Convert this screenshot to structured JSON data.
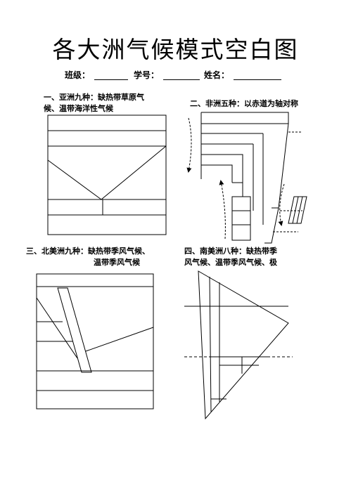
{
  "page_title": "各大洲气候模式空白图",
  "student_info": {
    "class_label": "班级：",
    "id_label": "学号：",
    "name_label": "姓名："
  },
  "sections": {
    "asia": {
      "line1": "一、亚洲九种：缺热带草原气",
      "line2": "候、温带海洋性气候"
    },
    "africa": {
      "line1": "二、非洲五种：以赤道为轴对称"
    },
    "north_america": {
      "line1": "三、北美洲九种：缺热带季风气候、",
      "line2": "温带季风气候"
    },
    "south_america": {
      "line1": "四、南美洲八种：缺热带季",
      "line2": "风气候、温带季风气候、极"
    }
  }
}
